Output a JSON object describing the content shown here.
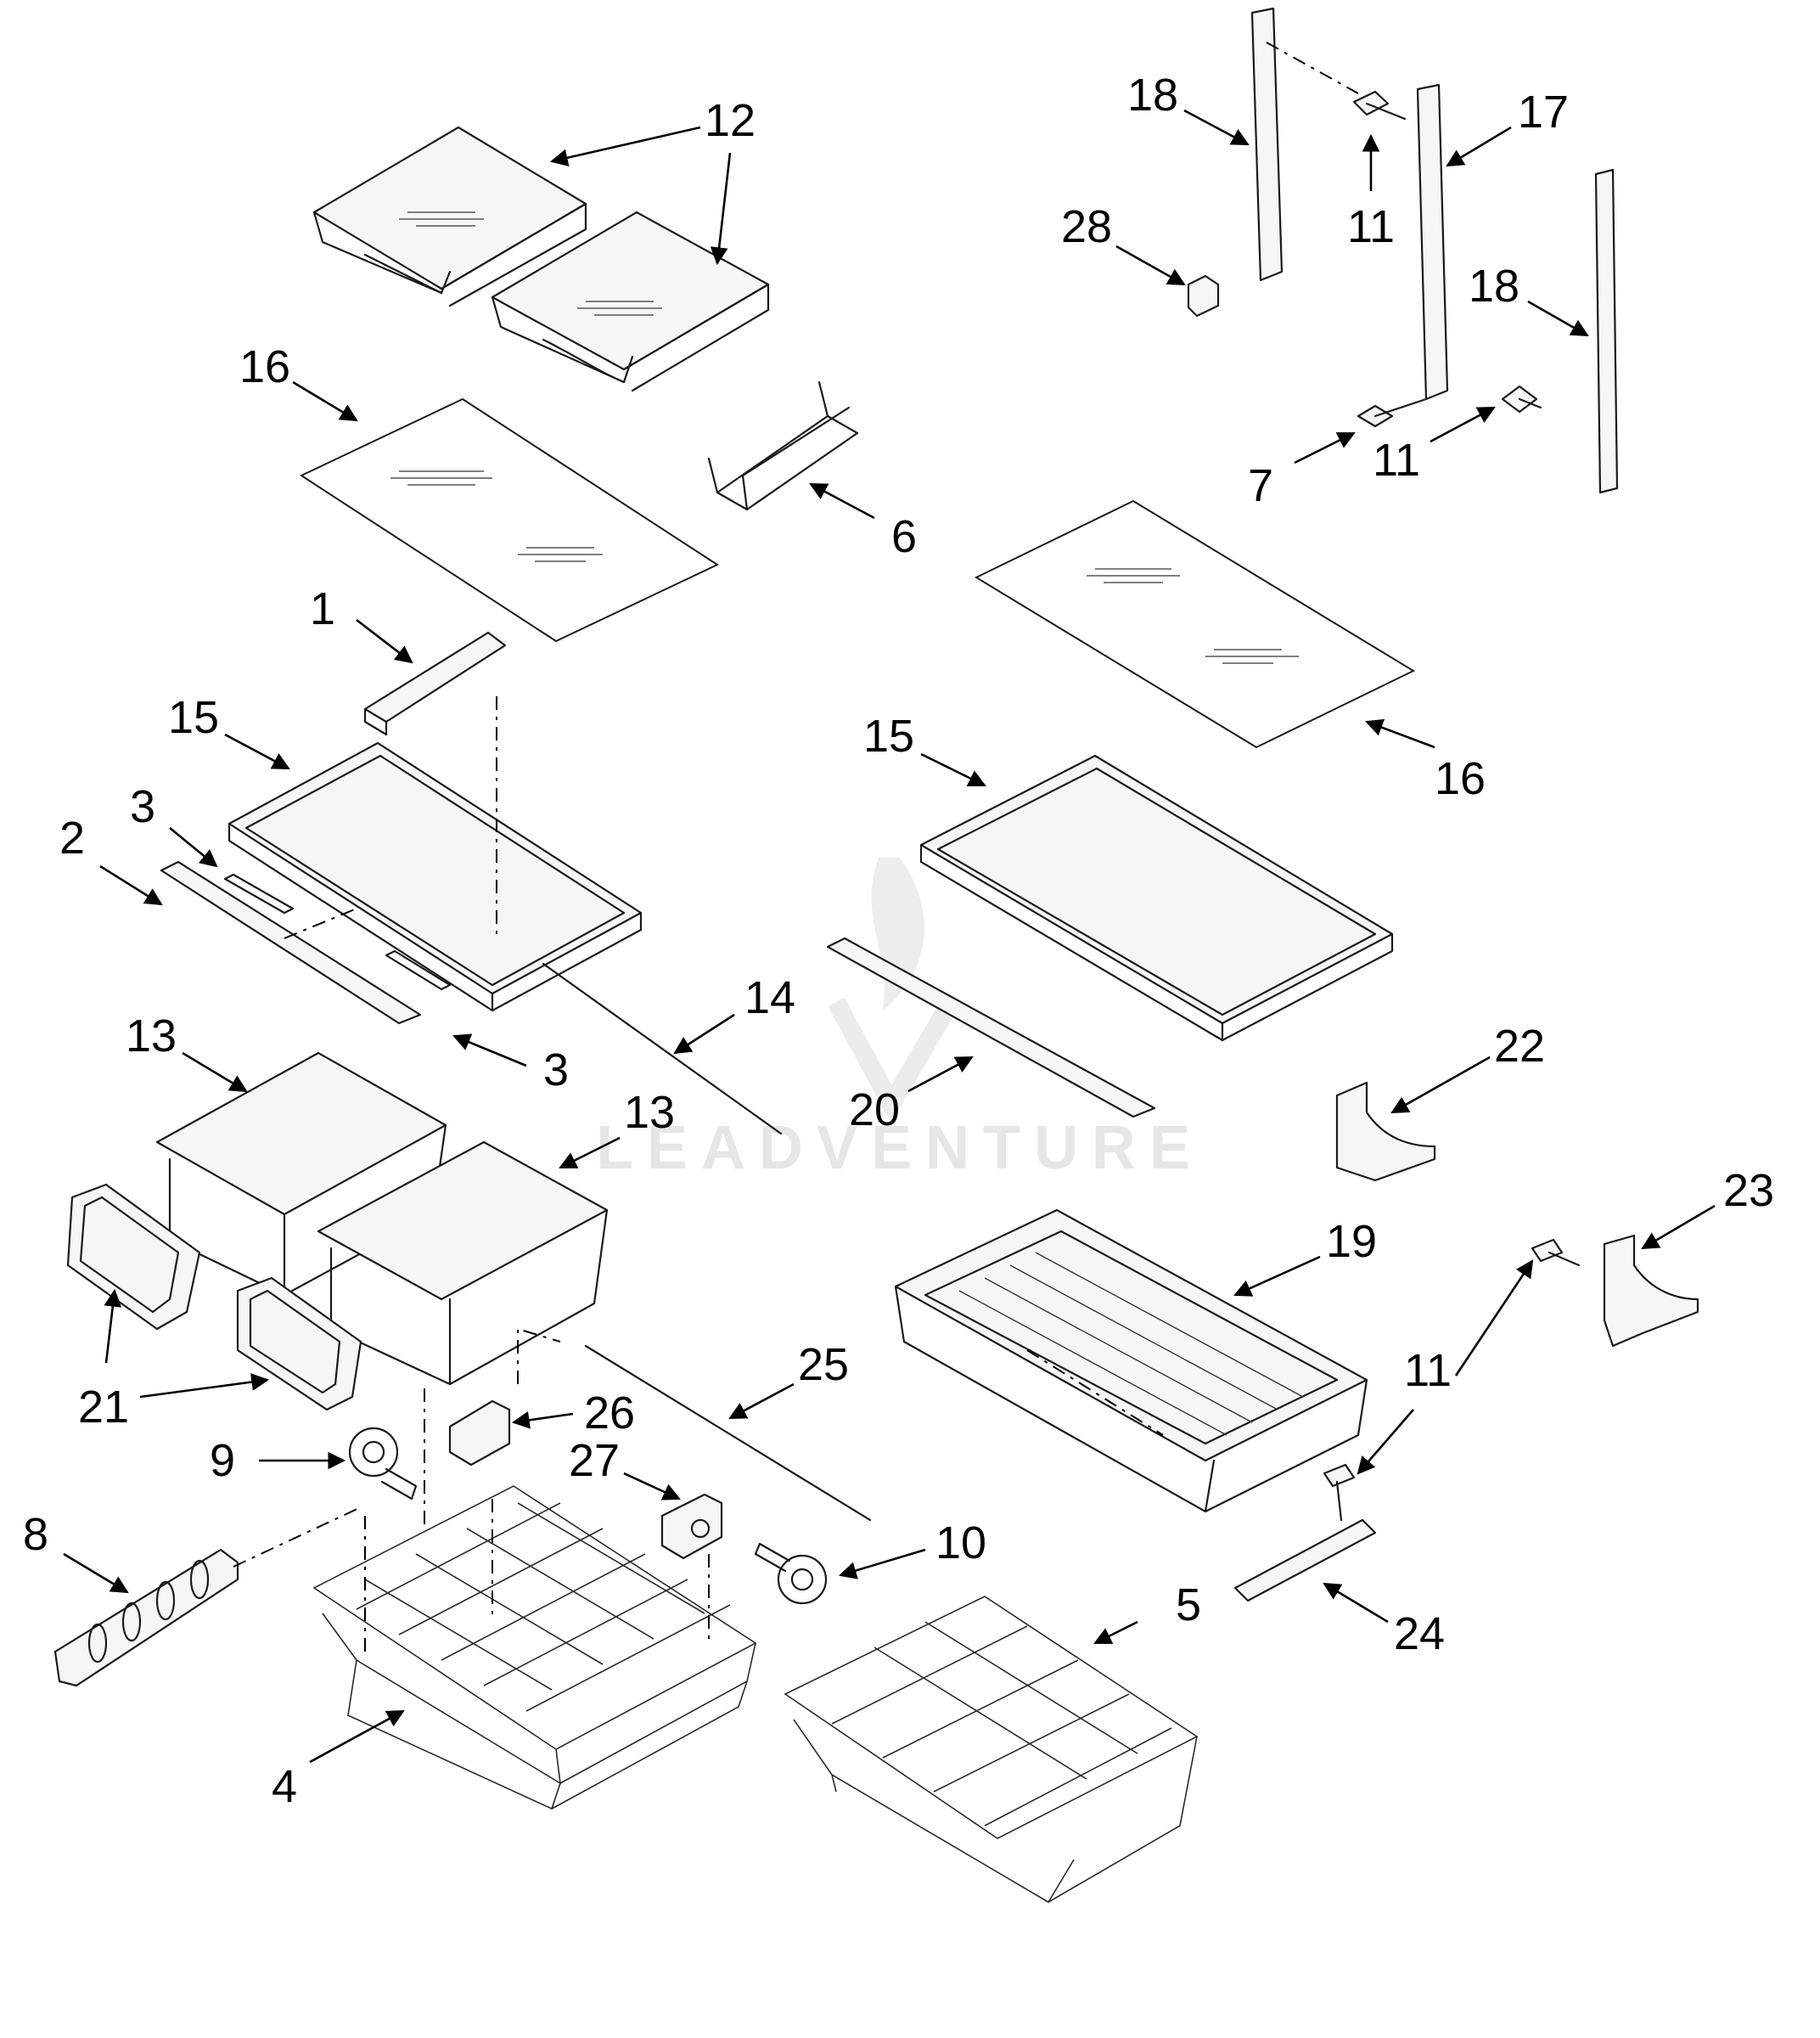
{
  "watermark": {
    "text": "LEADVENTURE"
  },
  "callouts": [
    "1",
    "2",
    "3",
    "3",
    "4",
    "5",
    "6",
    "7",
    "8",
    "9",
    "10",
    "11",
    "11",
    "11",
    "11",
    "12",
    "12",
    "13",
    "13",
    "14",
    "15",
    "15",
    "16",
    "16",
    "17",
    "18",
    "18",
    "19",
    "20",
    "21",
    "21",
    "22",
    "23",
    "24",
    "25",
    "26",
    "27",
    "28"
  ]
}
